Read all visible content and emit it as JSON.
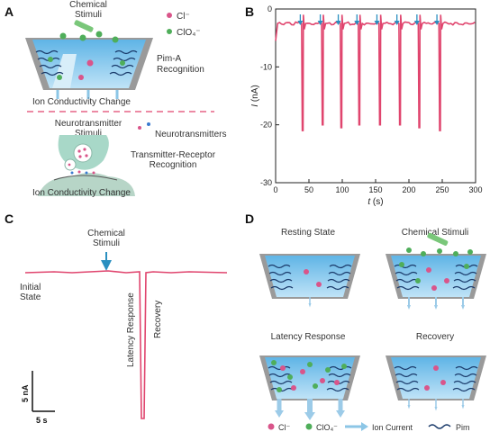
{
  "panels": {
    "A": {
      "letter": "A",
      "chemical_stimuli": "Chemical\nStimuli",
      "cl_label": "Cl⁻",
      "clo4_label": "ClO₄⁻",
      "pim_recognition": "Pim-A\nRecognition",
      "ion_change_top": "Ion Conductivity Change",
      "neuro_stimuli": "Neurotransmitter\nStimuli",
      "neurotransmitters": "Neurotransmitters",
      "receptor_recognition": "Transmitter-Receptor\nRecognition",
      "ion_change_bottom": "Ion Conductivity Change"
    },
    "B": {
      "letter": "B"
    },
    "C": {
      "letter": "C",
      "chemical_stimuli": "Chemical\nStimuli",
      "initial_state": "Initial\nState",
      "latency": "Latency Response",
      "recovery": "Recovery",
      "scale_y": "5 nA",
      "scale_x": "5 s"
    },
    "D": {
      "letter": "D",
      "resting": "Resting State",
      "chem": "Chemical Stimuli",
      "latency": "Latency Response",
      "recovery": "Recovery",
      "legend_cl": "Cl⁻",
      "legend_clo4": "ClO₄⁻",
      "legend_ion": "Ion Current",
      "legend_pim": "Pim"
    }
  },
  "colors": {
    "trace": "#e0456e",
    "arrow": "#2a8fc0",
    "water": "#7fc4ea",
    "cl": "#d9558a",
    "clo4": "#4fae5a",
    "shell": "#9a9a9a",
    "pim": "#1a3a6a",
    "flow": "#9ccbe8"
  },
  "chart_data": {
    "type": "line",
    "title": "",
    "xlabel": "t (s)",
    "ylabel": "I (nA)",
    "xlim": [
      0,
      300
    ],
    "ylim": [
      -30,
      0
    ],
    "xticks": [
      0,
      50,
      100,
      150,
      200,
      250,
      300
    ],
    "yticks": [
      0,
      -10,
      -20,
      -30
    ],
    "grid": false,
    "baseline": -2.5,
    "stimulus_times": [
      37,
      67,
      94,
      122,
      152,
      182,
      212,
      242
    ],
    "spikes": [
      {
        "t": 40,
        "min": -21
      },
      {
        "t": 70,
        "min": -20
      },
      {
        "t": 98,
        "min": -20.5
      },
      {
        "t": 125,
        "min": -20
      },
      {
        "t": 156,
        "min": -20
      },
      {
        "t": 186,
        "min": -20
      },
      {
        "t": 215,
        "min": -20.5
      },
      {
        "t": 246,
        "min": -21
      }
    ]
  }
}
